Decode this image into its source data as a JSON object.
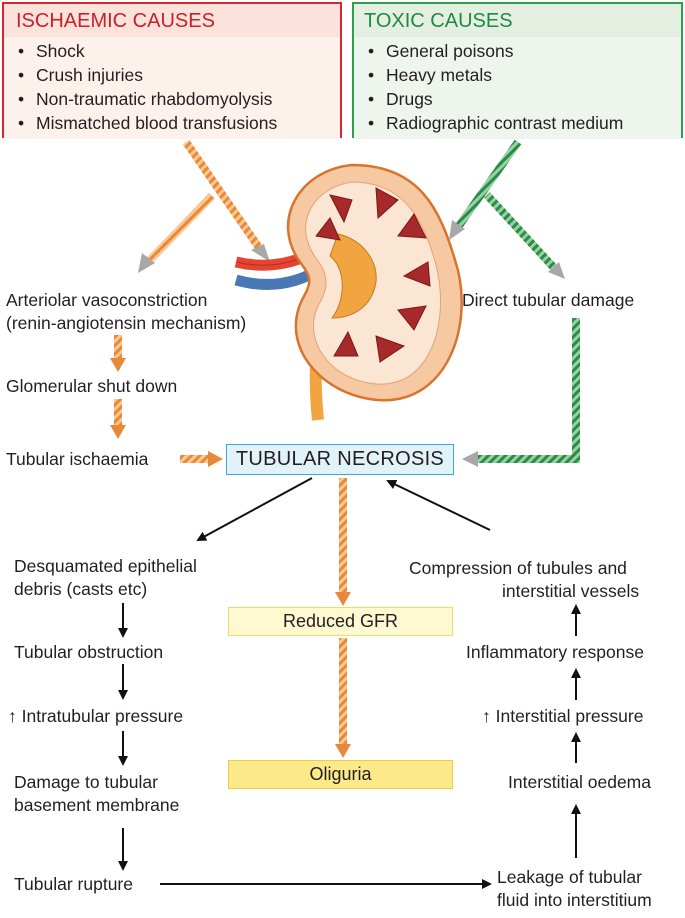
{
  "ischaemic": {
    "title": "ISCHAEMIC CAUSES",
    "items": [
      "Shock",
      "Crush injuries",
      "Non-traumatic rhabdomyolysis",
      "Mismatched blood transfusions"
    ],
    "color": "#d8262f"
  },
  "toxic": {
    "title": "TOXIC CAUSES",
    "items": [
      "General poisons",
      "Heavy metals",
      "Drugs",
      "Radiographic contrast medium"
    ],
    "color": "#2e9e4f"
  },
  "left_path": {
    "vasoconstriction_line1": "Arteriolar vasoconstriction",
    "vasoconstriction_line2": "(renin-angiotensin mechanism)",
    "glomerular": "Glomerular shut down",
    "ischaemia": "Tubular ischaemia"
  },
  "right_path": {
    "direct_damage": "Direct tubular damage"
  },
  "center": {
    "necrosis": "TUBULAR NECROSIS",
    "gfr": "Reduced GFR",
    "oliguria": "Oliguria"
  },
  "obstruction_chain": {
    "debris_line1": "Desquamated epithelial",
    "debris_line2": "debris (casts etc)",
    "obstruction": "Tubular obstruction",
    "pressure": "↑ Intratubular pressure",
    "damage_line1": "Damage to tubular",
    "damage_line2": "basement membrane",
    "rupture": "Tubular rupture"
  },
  "leak_chain": {
    "leak_line1": "Leakage of tubular",
    "leak_line2": "fluid into interstitium",
    "oedema": "Interstitial oedema",
    "pressure": "↑ Interstitial pressure",
    "inflammatory": "Inflammatory response",
    "compression_line1": "Compression of tubules and",
    "compression_line2": "interstitial vessels"
  },
  "icons": {
    "kidney": "kidney-illustration"
  },
  "colors": {
    "orange_arrow": "#f2a65a",
    "green_arrow": "#2e9e4f",
    "black_arrow": "#111111",
    "necrosis_border": "#39a9d6",
    "oliguria_fill": "#fbe98a"
  }
}
